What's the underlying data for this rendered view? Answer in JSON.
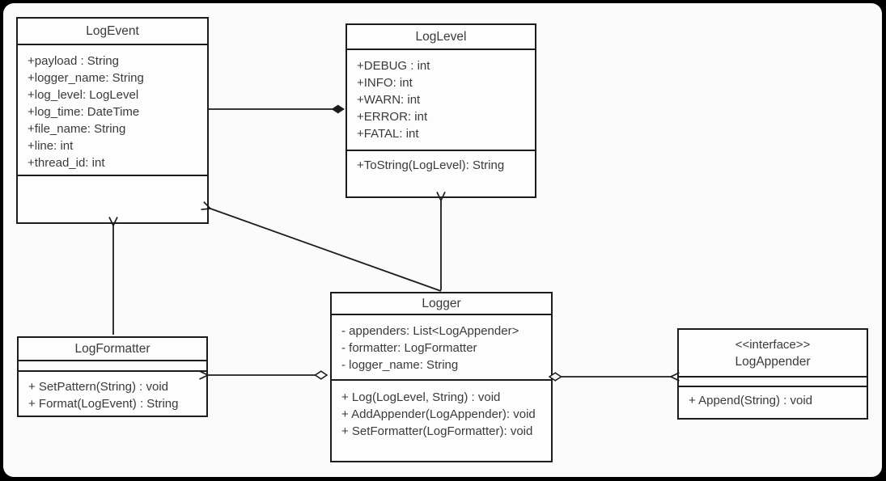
{
  "classes": {
    "log_event": {
      "name": "LogEvent",
      "attributes": [
        "+payload : String",
        "+logger_name: String",
        "+log_level: LogLevel",
        "+log_time: DateTime",
        "+file_name: String",
        "+line: int",
        "+thread_id: int"
      ],
      "methods": []
    },
    "log_level": {
      "name": "LogLevel",
      "attributes": [
        "+DEBUG : int",
        "+INFO: int",
        "+WARN: int",
        "+ERROR: int",
        "+FATAL: int"
      ],
      "methods": [
        "+ToString(LogLevel): String"
      ]
    },
    "logger": {
      "name": "Logger",
      "attributes": [
        "- appenders: List<LogAppender>",
        "- formatter: LogFormatter",
        "- logger_name: String"
      ],
      "methods": [
        "+ Log(LogLevel, String) : void",
        "+ AddAppender(LogAppender): void",
        "+ SetFormatter(LogFormatter): void"
      ]
    },
    "log_formatter": {
      "name": "LogFormatter",
      "attributes": [],
      "methods": [
        "+ SetPattern(String) : void",
        "+ Format(LogEvent) : String"
      ]
    },
    "log_appender": {
      "stereotype": "<<interface>>",
      "name": "LogAppender",
      "attributes": [],
      "methods": [
        "+ Append(String) : void"
      ]
    }
  },
  "colors": {
    "frame": "#000000",
    "panel_background": "#fbfbfb",
    "box_fill": "#fdfdfd",
    "line": "#1c1c1c",
    "text": "#3a3a3a"
  }
}
